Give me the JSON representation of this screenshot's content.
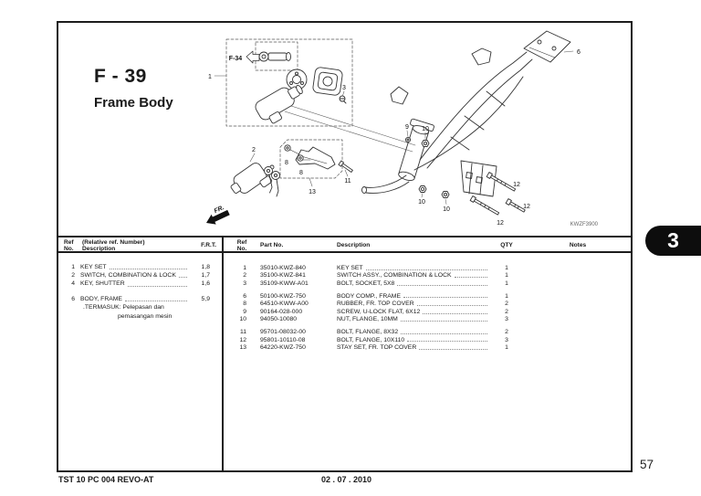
{
  "page": {
    "number": "57",
    "footer_left": "TST 10 PC 004 REVO-AT",
    "footer_date": "02 . 07 . 2010",
    "chapter_tab": "3",
    "tab_color": "#0d0d0d"
  },
  "header": {
    "section_code": "F - 39",
    "section_title": "Frame Body"
  },
  "diagram": {
    "ref_link": "F-34",
    "fr_label": "FR.",
    "image_code": "KWZF3900",
    "callouts": {
      "k1": "1",
      "k2": "2",
      "k3": "3",
      "k6": "6",
      "k8a": "8",
      "k8b": "8",
      "k9": "9",
      "k10a": "10",
      "k10b": "10",
      "k10c": "10",
      "k11": "11",
      "k12a": "12",
      "k12b": "12",
      "k12c": "12",
      "k13": "13"
    }
  },
  "frt_table": {
    "header": {
      "ref1": "Ref",
      "ref2": "No.",
      "desc1": "(Relative ref. Number)",
      "desc2": "Description",
      "frt": "F.R.T."
    },
    "groups": [
      {
        "rows": [
          {
            "ref": "1",
            "desc": "KEY SET",
            "frt": "1,8"
          },
          {
            "ref": "2",
            "desc": "SWITCH, COMBINATION & LOCK",
            "frt": "1,7"
          },
          {
            "ref": "4",
            "desc": "KEY, SHUTTER",
            "frt": "1,6"
          }
        ]
      },
      {
        "rows": [
          {
            "ref": "6",
            "desc": "BODY, FRAME",
            "frt": "5,9"
          }
        ],
        "notes": [
          ".TERMASUK: Pelepasan dan",
          "pemasangan mesin"
        ]
      }
    ]
  },
  "parts_table": {
    "header": {
      "ref1": "Ref",
      "ref2": "No.",
      "part": "Part No.",
      "desc": "Description",
      "qty": "QTY",
      "notes": "Notes"
    },
    "groups": [
      {
        "rows": [
          {
            "ref": "1",
            "part": "35010-KWZ-840",
            "desc": "KEY SET",
            "qty": "1",
            "notes": ""
          },
          {
            "ref": "2",
            "part": "35100-KWZ-841",
            "desc": "SWITCH ASSY., COMBINATION & LOCK",
            "qty": "1",
            "notes": ""
          },
          {
            "ref": "3",
            "part": "35109-KWW-A01",
            "desc": "BOLT, SOCKET, 5X8",
            "qty": "1",
            "notes": ""
          }
        ]
      },
      {
        "rows": [
          {
            "ref": "6",
            "part": "50100-KWZ-750",
            "desc": "BODY COMP., FRAME",
            "qty": "1",
            "notes": ""
          },
          {
            "ref": "8",
            "part": "64510-KWW-A00",
            "desc": "RUBBER, FR. TOP COVER",
            "qty": "2",
            "notes": ""
          },
          {
            "ref": "9",
            "part": "90164-028-000",
            "desc": "SCREW, U-LOCK FLAT, 6X12",
            "qty": "2",
            "notes": ""
          },
          {
            "ref": "10",
            "part": "94050-10080",
            "desc": "NUT, FLANGE, 10MM",
            "qty": "3",
            "notes": ""
          }
        ]
      },
      {
        "rows": [
          {
            "ref": "11",
            "part": "95701-08032-00",
            "desc": "BOLT, FLANGE, 8X32",
            "qty": "2",
            "notes": ""
          },
          {
            "ref": "12",
            "part": "95801-10110-08",
            "desc": "BOLT, FLANGE, 10X110",
            "qty": "3",
            "notes": ""
          },
          {
            "ref": "13",
            "part": "64220-KWZ-750",
            "desc": "STAY SET, FR. TOP COVER",
            "qty": "1",
            "notes": ""
          }
        ]
      }
    ]
  }
}
